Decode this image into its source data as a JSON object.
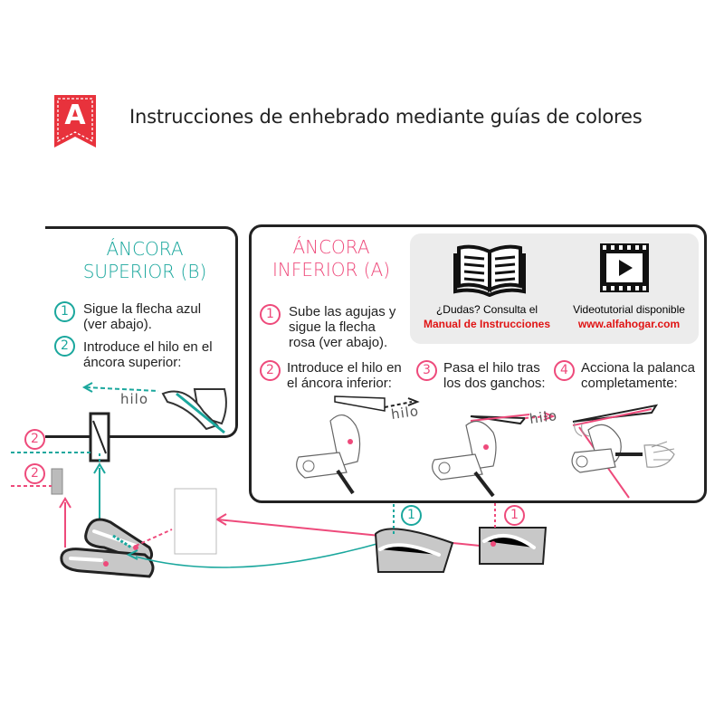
{
  "title": "Instrucciones de enhebrado mediante guías de colores",
  "logo_letter": "A",
  "superior": {
    "heading_line1": "ÁNCORA",
    "heading_line2": "SUPERIOR (B)",
    "steps": [
      {
        "num": "1",
        "line1": "Sigue la flecha azul",
        "line2": "(ver abajo)."
      },
      {
        "num": "2",
        "line1": "Introduce el hilo en el",
        "line2": "áncora superior:"
      }
    ],
    "hilo": "hilo"
  },
  "inferior": {
    "heading_line1": "ÁNCORA",
    "heading_line2": "INFERIOR (A)",
    "step1": {
      "num": "1",
      "line1": "Sube las agujas y",
      "line2": "sigue la flecha",
      "line3": "rosa  (ver abajo)."
    },
    "step2": {
      "num": "2",
      "line1": "Introduce el hilo en",
      "line2": "el áncora inferior:"
    },
    "step3": {
      "num": "3",
      "line1": "Pasa el hilo tras",
      "line2": "los dos ganchos:"
    },
    "step4": {
      "num": "4",
      "line1": "Acciona la palanca",
      "line2": "completamente:"
    },
    "hilo_a": "hilo",
    "hilo_b": "hilo"
  },
  "help": {
    "manual_line1": "¿Dudas? Consulta el",
    "manual_line2": "Manual de Instrucciones",
    "video_line1": "Videotutorial disponible",
    "video_line2": "www.alfahogar.com"
  },
  "diagram": {
    "label_2_top": "2",
    "label_2_bottom": "2",
    "label_1_teal": "1",
    "label_1_pink": "1"
  },
  "colors": {
    "teal": "#1aa79d",
    "pink": "#ee4a7b",
    "logo_red": "#e8323c"
  }
}
